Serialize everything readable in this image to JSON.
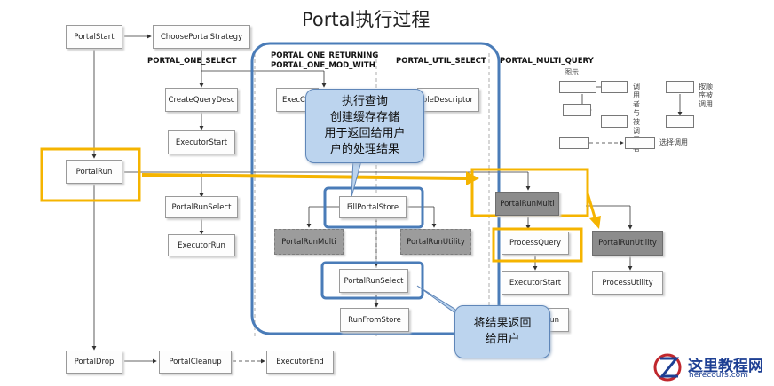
{
  "title": "Portal执行过程",
  "nodes": {
    "portal_start": "PortalStart",
    "choose_strategy": "ChoosePortalStrategy",
    "create_query_desc": "CreateQueryDesc",
    "executor_start_1": "ExecutorStart",
    "portal_run": "PortalRun",
    "portal_run_select_left": "PortalRunSelect",
    "executor_run": "ExecutorRun",
    "exec_clean": "ExecClea",
    "tuple_descriptor": "pleDescriptor",
    "fill_portal_store": "FillPortalStore",
    "portal_run_multi_mid": "PortalRunMulti",
    "portal_run_utility_mid": "PortalRunUtility",
    "portal_run_select_mid": "PortalRunSelect",
    "run_from_store": "RunFromStore",
    "portal_run_multi_right": "PortalRunMulti",
    "process_query": "ProcessQuery",
    "portal_run_utility_right": "PortalRunUtility",
    "executor_start_2": "ExecutorStart",
    "process_utility": "ProcessUtility",
    "hidden_box": "un",
    "portal_drop": "PortalDrop",
    "portal_cleanup": "PortalCleanup",
    "executor_end": "ExecutorEnd"
  },
  "labels": {
    "one_select": "PORTAL_ONE_SELECT",
    "one_returning": "PORTAL_ONE_RETURNING",
    "one_mod_with": "PORTAL_ONE_MOD_WITH",
    "util_select": "PORTAL_UTIL_SELECT",
    "multi_query": "PORTAL_MULTI_QUERY"
  },
  "legend": {
    "title": "图示",
    "caller_desc": "调用者与被调用者",
    "order_desc": "按顺序被调用",
    "select_desc": "选择调用"
  },
  "callouts": {
    "top": "执行查询\n创建缓存存储\n用于返回给用户\n户的处理结果",
    "bottom": "将结果返回\n给用户"
  },
  "logo": {
    "name": "这里教程网",
    "url": "herecours.com"
  },
  "colors": {
    "highlight": "#f5b400",
    "group_border": "#4a7cb8",
    "callout_fill": "#bcd4ee",
    "logo_blue": "#1d3f93",
    "logo_red": "#c0272d"
  }
}
